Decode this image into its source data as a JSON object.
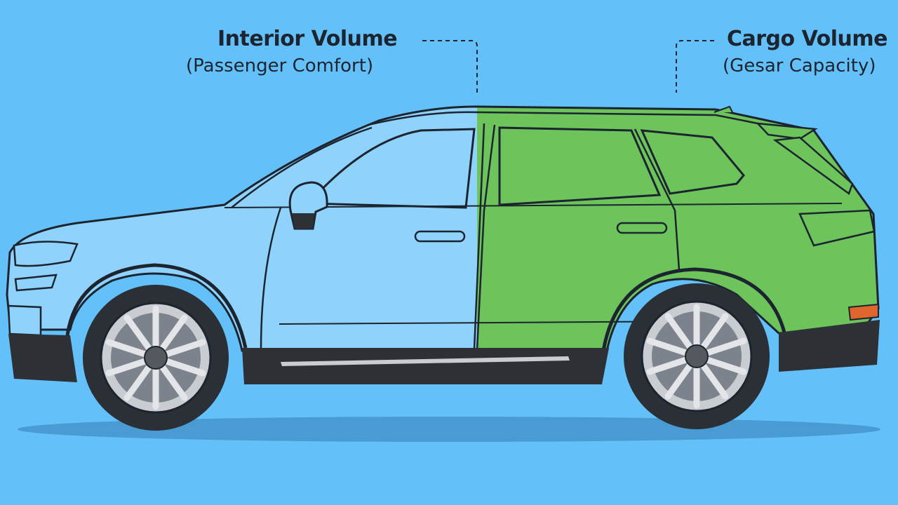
{
  "labels": {
    "interior": {
      "title": "Interior Volume",
      "subtitle": "(Passenger Comfort)"
    },
    "cargo": {
      "title": "Cargo Volume",
      "subtitle": "(Gesar Capacity)"
    }
  },
  "colors": {
    "background": "#64c0f8",
    "interior_fill": "#8fd2fb",
    "cargo_fill": "#6cc45a",
    "outline": "#1c2430",
    "tire": "#2b2f36",
    "rim": "#c9ccd1",
    "shadow": "#3f8fc7",
    "lower_trim": "#2d3035",
    "taillight": "#e0662e"
  }
}
